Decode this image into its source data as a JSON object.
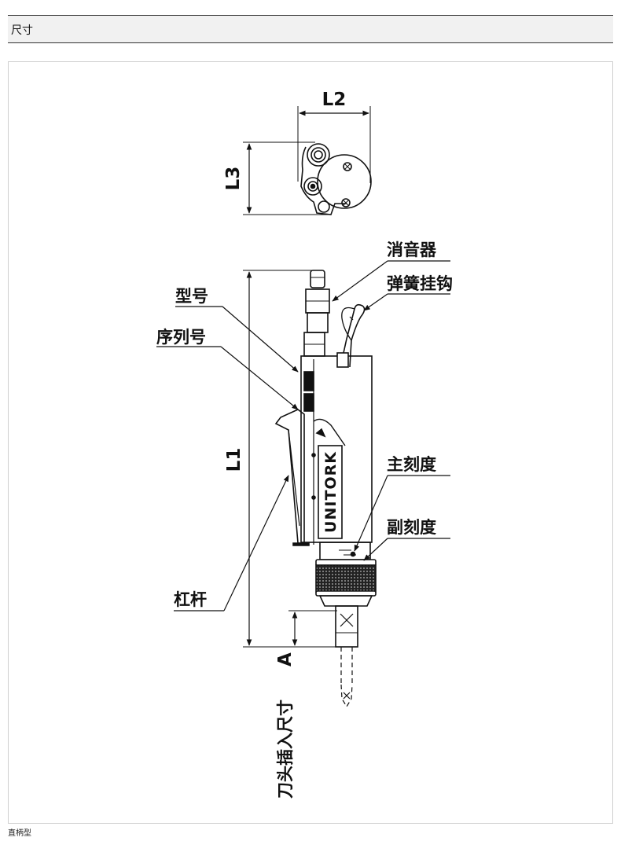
{
  "header": {
    "title": "尺寸"
  },
  "caption": "直柄型",
  "drawing": {
    "dimensions": {
      "l1": "L1",
      "l2": "L2",
      "l3": "L3",
      "a": "A"
    },
    "brand": "UNITORK",
    "labels": {
      "muffler": "消音器",
      "spring_hook": "弹簧挂钩",
      "model_no": "型号",
      "serial_no": "序列号",
      "main_scale": "主刻度",
      "sub_scale": "副刻度",
      "lever": "杠杆",
      "bit_insert": "刀头插入尺寸"
    }
  }
}
